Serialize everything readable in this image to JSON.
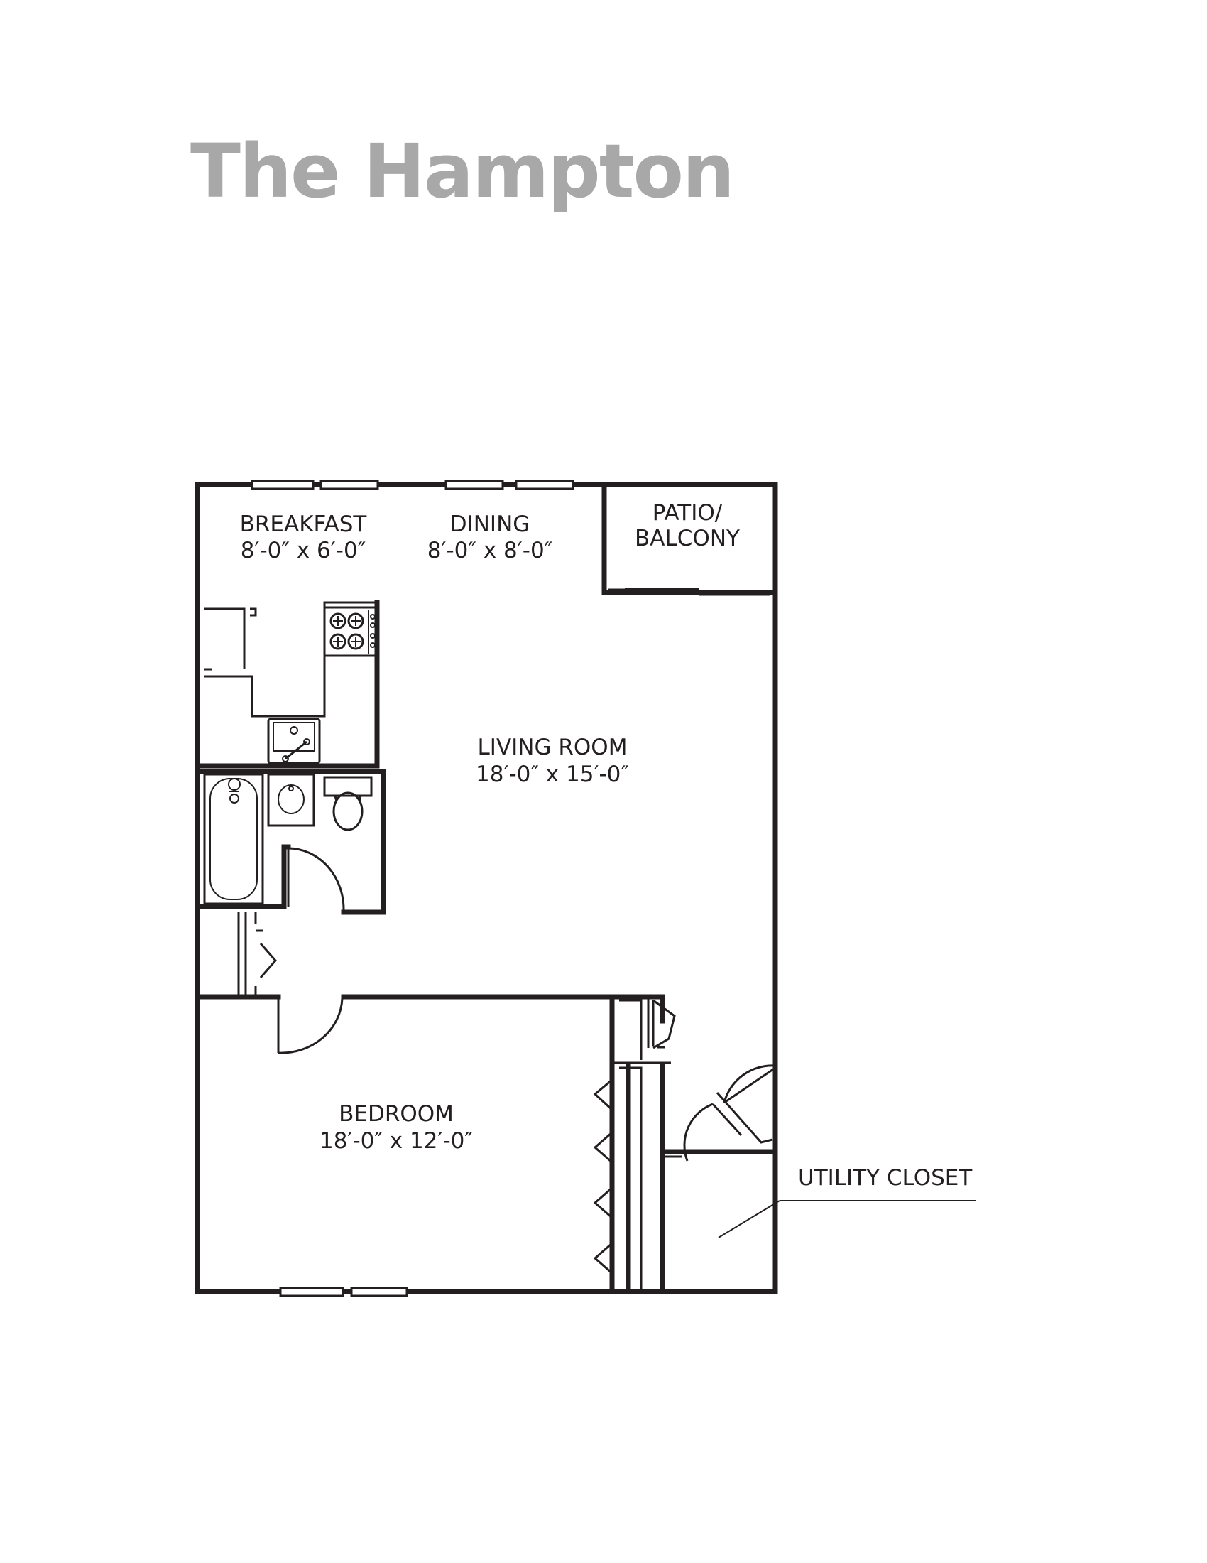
{
  "title": "The Hampton",
  "rooms": {
    "breakfast": {
      "name": "BREAKFAST",
      "dims": "8′-0″ x 6′-0″"
    },
    "dining": {
      "name": "DINING",
      "dims": "8′-0″ x 8′-0″"
    },
    "patio": {
      "line1": "PATIO/",
      "line2": "BALCONY"
    },
    "living": {
      "name": "LIVING ROOM",
      "dims": "18′-0″ x 15′-0″"
    },
    "bedroom": {
      "name": "BEDROOM",
      "dims": "18′-0″ x 12′-0″"
    }
  },
  "callouts": {
    "utility_closet": "UTILITY CLOSET"
  },
  "colors": {
    "title": "#a8a8a8",
    "linework": "#231f20",
    "background": "#ffffff"
  }
}
